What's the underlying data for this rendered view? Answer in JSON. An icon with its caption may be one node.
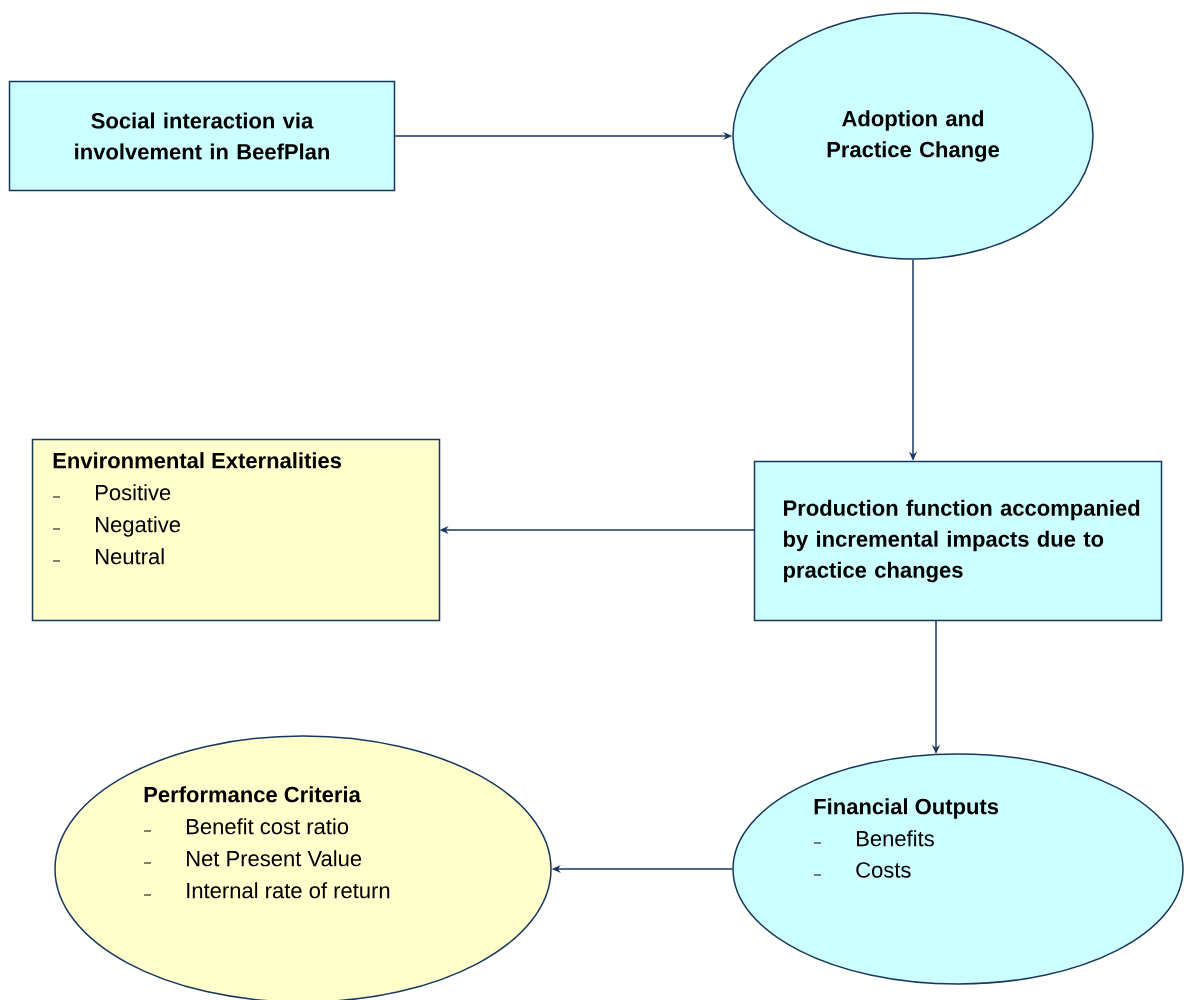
{
  "diagram": {
    "nodes": [
      {
        "text": [
          "Social interaction via involvement in BeefPlan"
        ]
      },
      {
        "text": [
          "Adoption and Practice Change"
        ]
      },
      {
        "text": [
          "Production function accompanied by incremental impacts due to practice changes"
        ]
      },
      {
        "text": [
          "Environmental Externalities",
          "Positive",
          "Negative",
          "Neutral"
        ]
      },
      {
        "text": [
          "Financial Outputs",
          "Benefits",
          "Costs"
        ]
      },
      {
        "text": [
          "Performance Criteria",
          "Benefit cost ratio",
          "Net Present Value",
          "Internal rate of return"
        ]
      }
    ],
    "edges": [
      {
        "from": 0,
        "to": 1,
        "arrow": "to"
      },
      {
        "from": 1,
        "to": 2,
        "arrow": "to"
      },
      {
        "from": 2,
        "to": 3,
        "arrow": "to"
      },
      {
        "from": 2,
        "to": 4,
        "arrow": "to"
      },
      {
        "from": 4,
        "to": 5,
        "arrow": "to"
      }
    ]
  }
}
